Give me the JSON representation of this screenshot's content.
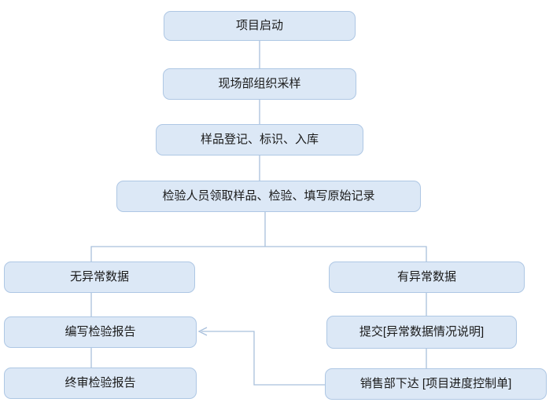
{
  "diagram": {
    "type": "flowchart",
    "nodes": [
      {
        "id": "project-start",
        "label": "项目启动"
      },
      {
        "id": "site-dept-sampling",
        "label": "现场部组织采样"
      },
      {
        "id": "sample-registration",
        "label": "样品登记、标识、入库"
      },
      {
        "id": "inspection-records",
        "label": "检验人员领取样品、检验、填写原始记录"
      },
      {
        "id": "no-abnormal-data",
        "label": "无异常数据"
      },
      {
        "id": "abnormal-data",
        "label": "有异常数据"
      },
      {
        "id": "write-report",
        "label": "编写检验报告"
      },
      {
        "id": "submit-abnormal-note",
        "label": "提交[异常数据情况说明]"
      },
      {
        "id": "final-review-report",
        "label": "终审检验报告"
      },
      {
        "id": "sales-issue-control",
        "label": "销售部下达 [项目进度控制单]"
      }
    ],
    "edges": [
      {
        "from": "project-start",
        "to": "site-dept-sampling",
        "arrow": false
      },
      {
        "from": "site-dept-sampling",
        "to": "sample-registration",
        "arrow": false
      },
      {
        "from": "sample-registration",
        "to": "inspection-records",
        "arrow": false
      },
      {
        "from": "inspection-records",
        "to": "no-abnormal-data",
        "arrow": false
      },
      {
        "from": "inspection-records",
        "to": "abnormal-data",
        "arrow": false
      },
      {
        "from": "no-abnormal-data",
        "to": "write-report",
        "arrow": false
      },
      {
        "from": "write-report",
        "to": "final-review-report",
        "arrow": false
      },
      {
        "from": "abnormal-data",
        "to": "submit-abnormal-note",
        "arrow": false
      },
      {
        "from": "submit-abnormal-note",
        "to": "sales-issue-control",
        "arrow": false
      },
      {
        "from": "sales-issue-control",
        "to": "write-report",
        "arrow": true
      }
    ],
    "colors": {
      "node_fill": "#dce8f6",
      "node_border": "#aec7e4",
      "connector": "#a9c0dc",
      "text": "#1a1a1a",
      "background": "#ffffff"
    }
  }
}
